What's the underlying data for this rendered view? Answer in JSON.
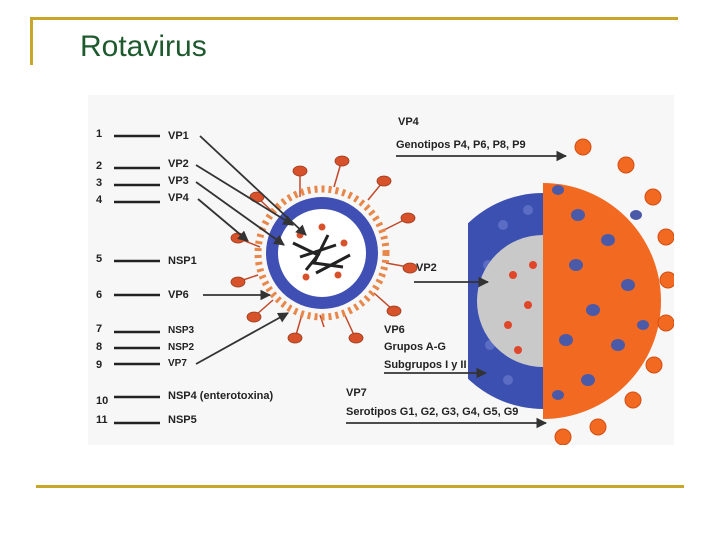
{
  "slide": {
    "title": "Rotavirus"
  },
  "figure": {
    "gene_rows": [
      {
        "num": "1",
        "label": "VP1"
      },
      {
        "num": "2",
        "label": "VP2"
      },
      {
        "num": "3",
        "label": "VP3"
      },
      {
        "num": "4",
        "label": "VP4"
      },
      {
        "num": "5",
        "label": "NSP1"
      },
      {
        "num": "6",
        "label": "VP6"
      },
      {
        "num": "7",
        "label": "NSP3"
      },
      {
        "num": "8",
        "label": "NSP2"
      },
      {
        "num": "9",
        "label": "VP7"
      },
      {
        "num": "10",
        "label": "NSP4 (enterotoxina)"
      },
      {
        "num": "11",
        "label": "NSP5"
      }
    ],
    "vp4": {
      "title": "VP4",
      "detail": "Genotipos P4, P6, P8, P9"
    },
    "vp2": {
      "title": "VP2"
    },
    "vp6": {
      "title": "VP6",
      "line1": "Grupos A-G",
      "line2": "Subgrupos I y II"
    },
    "vp7": {
      "title": "VP7",
      "detail": "Serotipos G1, G2, G3, G4, G5, G9"
    },
    "colors": {
      "spike": "#e8561e",
      "outer_capsid": "#f26a21",
      "middle_capsid": "#3b50b0",
      "inner_core": "#c9c9c9",
      "arrow": "#333333",
      "rule": "#c8a62a",
      "title": "#1e5a2e"
    }
  }
}
